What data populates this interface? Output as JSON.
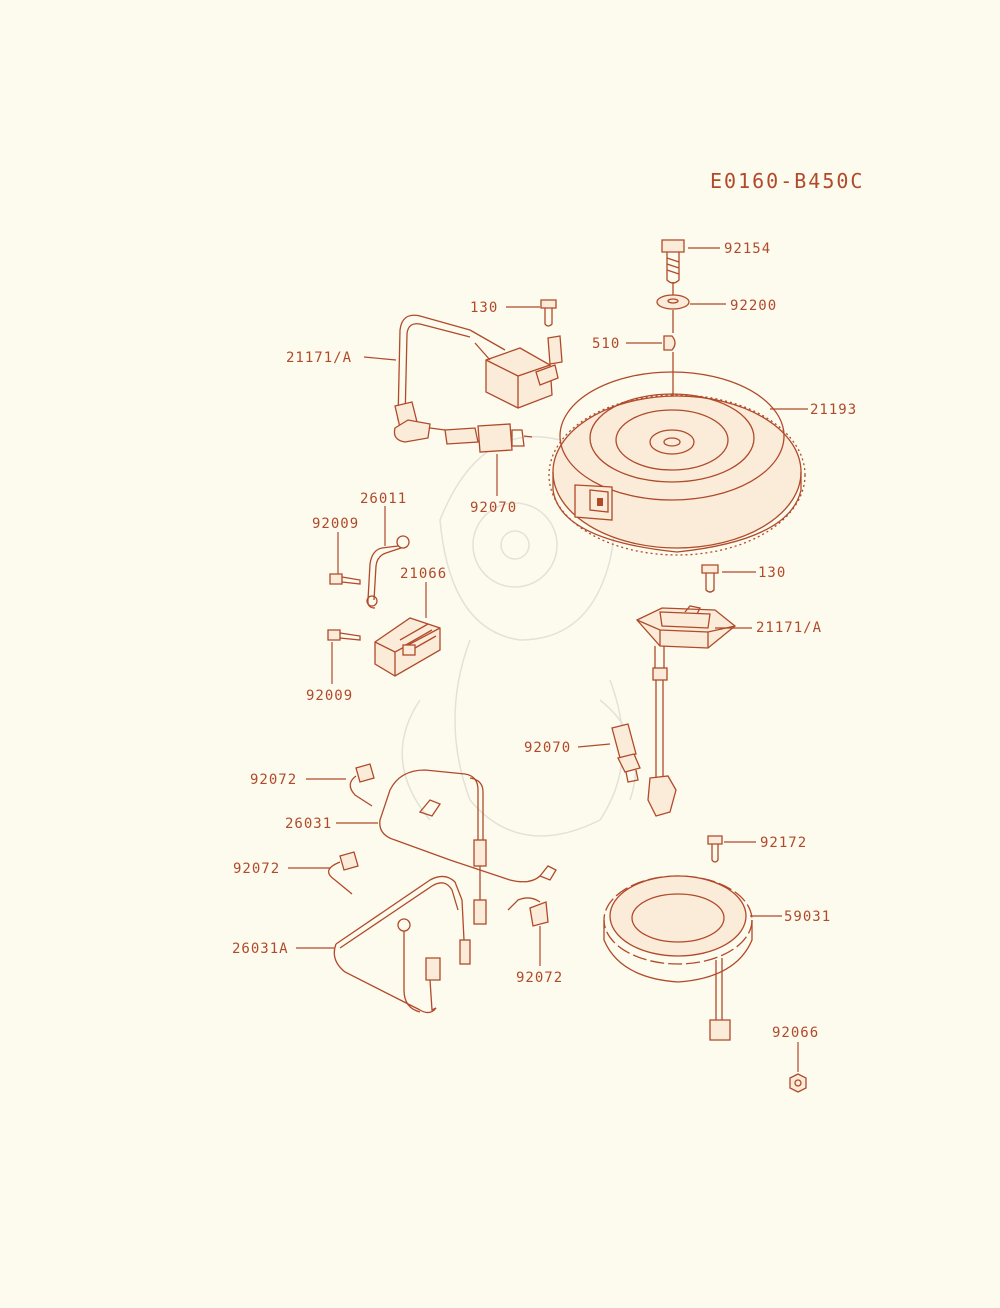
{
  "diagram_code": "E0160-B450C",
  "callouts": {
    "c92154": "92154",
    "c92200": "92200",
    "c510": "510",
    "c130_top": "130",
    "c21171_top": "21171/A",
    "c21193": "21193",
    "c92070_top": "92070",
    "c26011": "26011",
    "c92009_top": "92009",
    "c21066": "21066",
    "c92009_bottom": "92009",
    "c130_mid": "130",
    "c21171_mid": "21171/A",
    "c92070_mid": "92070",
    "c92072_a": "92072",
    "c26031": "26031",
    "c92072_b": "92072",
    "c26031A": "26031A",
    "c92072_c": "92072",
    "c92172": "92172",
    "c59031": "59031",
    "c92066": "92066"
  },
  "colors": {
    "line": "#b04a2a",
    "background": "#fdfbee",
    "watermark": "#e4e1d6"
  }
}
